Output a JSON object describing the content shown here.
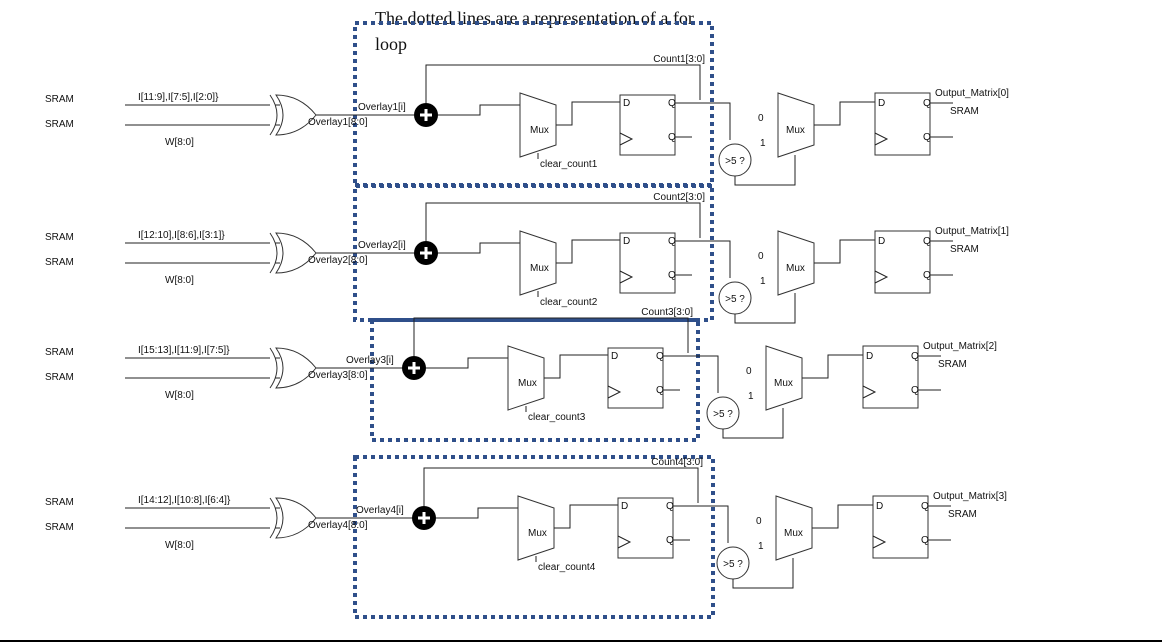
{
  "note": {
    "line1": "The dotted lines are a representation of a for",
    "line2": "loop"
  },
  "colors": {
    "loop_border": "#2f4f8a",
    "wire": "#222222"
  },
  "stages": [
    {
      "sram_a": "SRAM",
      "sram_b": "SRAM",
      "input": "I[11:9],I[7:5],I[2:0]}",
      "weight": "W[8:0]",
      "xor_out": "Overlay1[8:0]",
      "adder_in": "Overlay1[i]",
      "counter": "Count1[3:0]",
      "mux": "Mux",
      "clear": "clear_count1",
      "compare": ">5 ?",
      "mux_out": "Mux",
      "mux_zero": "0",
      "mux_one": "1",
      "ff_d": "D",
      "ff_q": "Q",
      "ff_qbar": "Q",
      "output": "Output_Matrix[0]",
      "output_sram": "SRAM"
    },
    {
      "sram_a": "SRAM",
      "sram_b": "SRAM",
      "input": "I[12:10],I[8:6],I[3:1]}",
      "weight": "W[8:0]",
      "xor_out": "Overlay2[8:0]",
      "adder_in": "Overlay2[i]",
      "counter": "Count2[3:0]",
      "mux": "Mux",
      "clear": "clear_count2",
      "compare": ">5 ?",
      "mux_out": "Mux",
      "mux_zero": "0",
      "mux_one": "1",
      "ff_d": "D",
      "ff_q": "Q",
      "ff_qbar": "Q",
      "output": "Output_Matrix[1]",
      "output_sram": "SRAM"
    },
    {
      "sram_a": "SRAM",
      "sram_b": "SRAM",
      "input": "I[15:13],I[11:9],I[7:5]}",
      "weight": "W[8:0]",
      "xor_out": "Overlay3[8:0]",
      "adder_in": "Overlay3[i]",
      "counter": "Count3[3:0]",
      "mux": "Mux",
      "clear": "clear_count3",
      "compare": ">5 ?",
      "mux_out": "Mux",
      "mux_zero": "0",
      "mux_one": "1",
      "ff_d": "D",
      "ff_q": "Q",
      "ff_qbar": "Q",
      "output": "Output_Matrix[2]",
      "output_sram": "SRAM"
    },
    {
      "sram_a": "SRAM",
      "sram_b": "SRAM",
      "input": "I[14:12],I[10:8],I[6:4]}",
      "weight": "W[8:0]",
      "xor_out": "Overlay4[8:0]",
      "adder_in": "Overlay4[i]",
      "counter": "Count4[3:0]",
      "mux": "Mux",
      "clear": "clear_count4",
      "compare": ">5 ?",
      "mux_out": "Mux",
      "mux_zero": "0",
      "mux_one": "1",
      "ff_d": "D",
      "ff_q": "Q",
      "ff_qbar": "Q",
      "output": "Output_Matrix[3]",
      "output_sram": "SRAM"
    }
  ]
}
